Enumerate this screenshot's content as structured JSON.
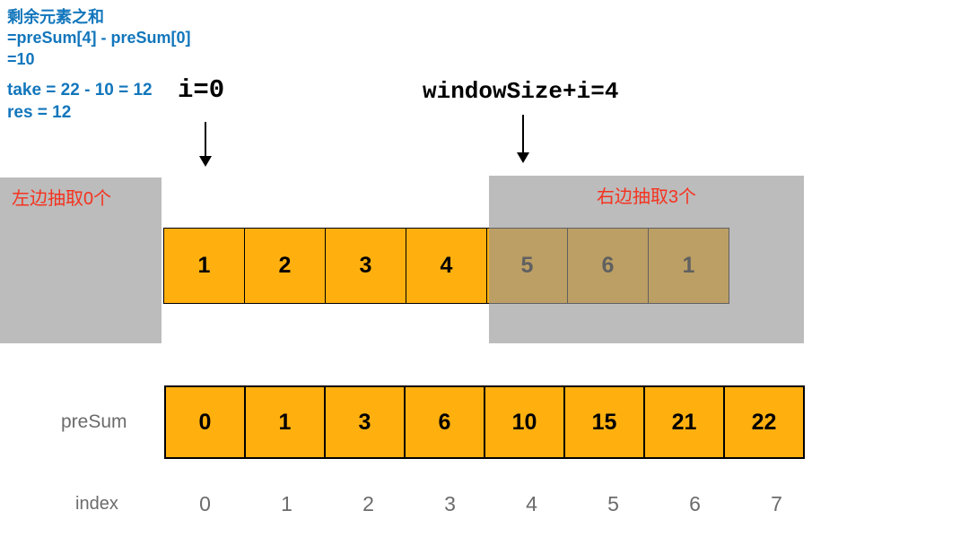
{
  "note": {
    "line1": "剩余元素之和",
    "line2": "=preSum[4] - preSum[0]",
    "line3": "=10",
    "take": "take = 22 - 10 = 12",
    "res": "res = 12"
  },
  "pointers": {
    "i": {
      "label": "i=0"
    },
    "window": {
      "label": "windowSize+i=4"
    }
  },
  "regions": {
    "left": {
      "label": "左边抽取0个"
    },
    "right": {
      "label": "右边抽取3个"
    }
  },
  "cards": {
    "values": [
      1,
      2,
      3,
      4,
      5,
      6,
      1
    ]
  },
  "presum": {
    "label": "preSum",
    "values": [
      0,
      1,
      3,
      6,
      10,
      15,
      21,
      22
    ]
  },
  "index": {
    "label": "index",
    "values": [
      0,
      1,
      2,
      3,
      4,
      5,
      6,
      7
    ]
  },
  "colors": {
    "cell_orange": "#FFB00F",
    "overlay_rgba": "rgba(150,150,150,0.64)",
    "note_blue": "#1276BC",
    "label_red": "#F5321F",
    "muted_text": "#6B6B6B"
  }
}
